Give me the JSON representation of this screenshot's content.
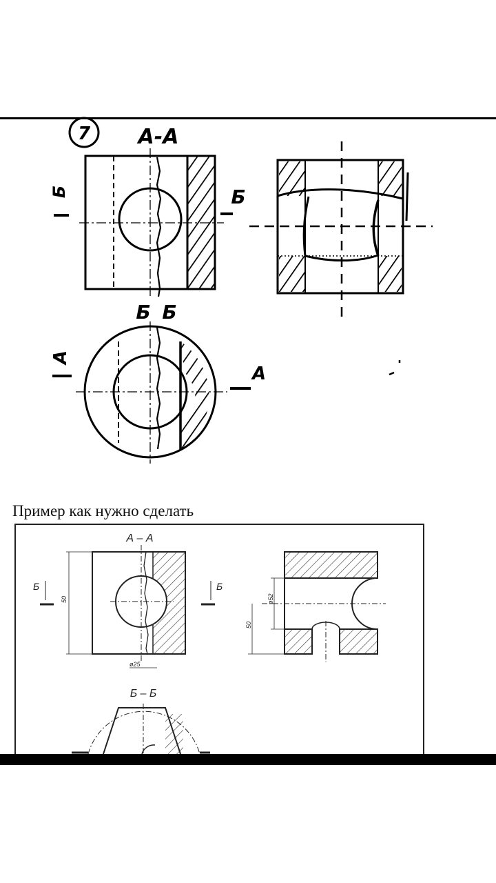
{
  "problem": {
    "number": "7",
    "section_main": "А-А",
    "section_b_letters": [
      "Б",
      "Б"
    ],
    "arrow_b_left": "Б",
    "arrow_b_right": "Б",
    "arrow_a_left": "А",
    "arrow_a_right": "А"
  },
  "example": {
    "caption": "Пример как нужно сделать",
    "section_a": "А – А",
    "section_b": "Б – Б",
    "arrow_b_left": "Б",
    "arrow_b_right": "Б",
    "dim_height": "50",
    "dim_hole_small": "ø25",
    "dim_hole_right": "ø52",
    "dim_side": "50"
  }
}
